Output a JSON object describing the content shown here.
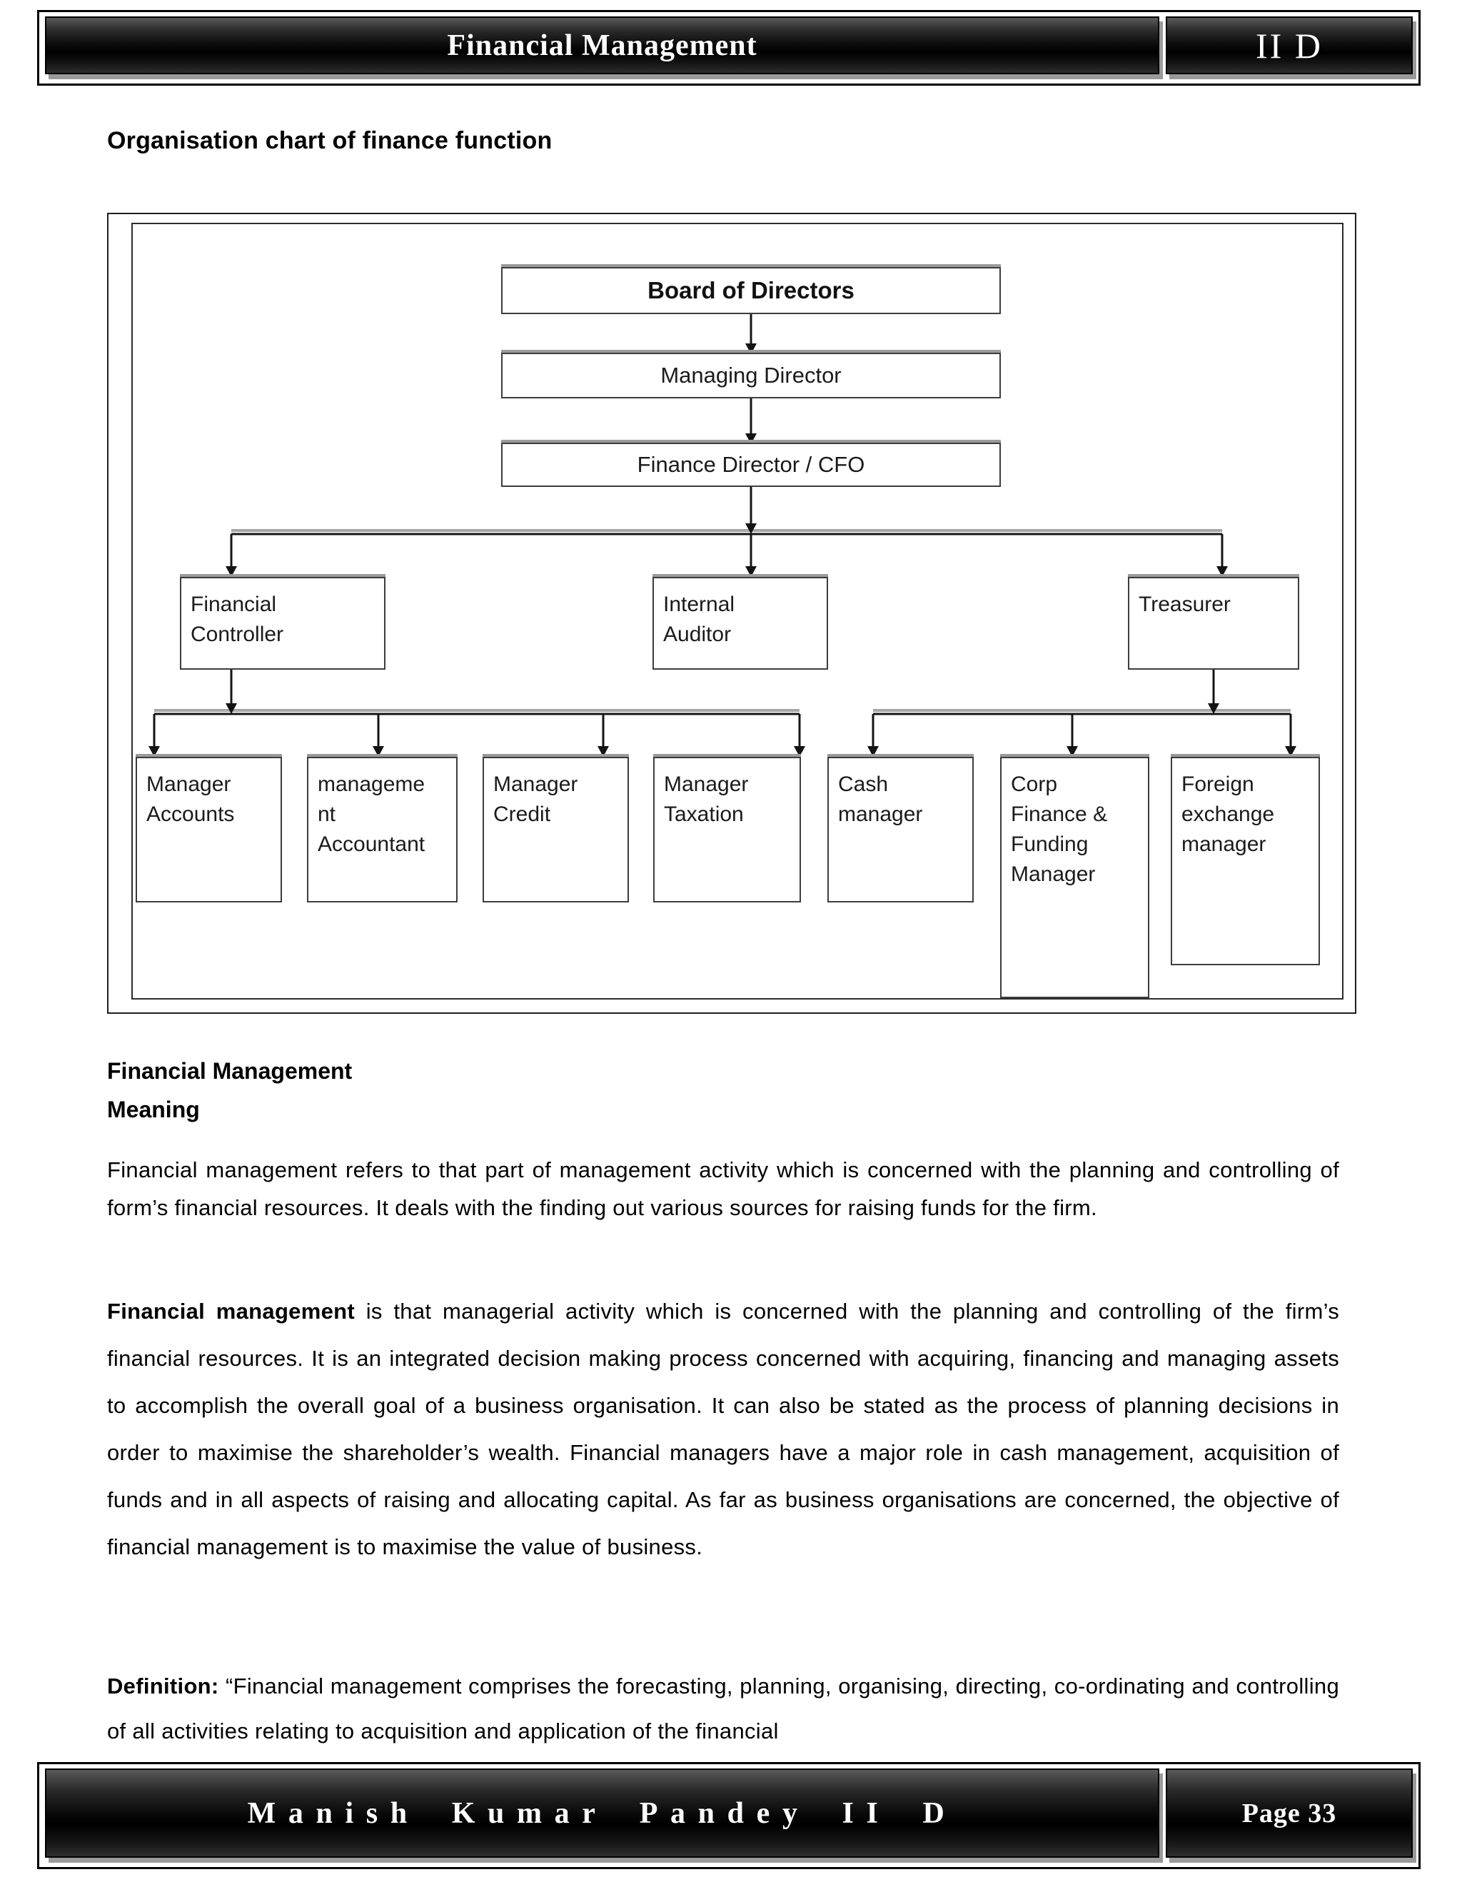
{
  "header": {
    "title": "Financial Management",
    "badge": "II D"
  },
  "section": {
    "heading": "Organisation chart of finance function"
  },
  "chart": {
    "type": "org-chart",
    "nodes": {
      "board": {
        "label": "Board of Directors"
      },
      "managing": {
        "label": "Managing Director"
      },
      "cfo": {
        "label": "Finance Director / CFO"
      },
      "financial_controller": {
        "lines": [
          "Financial",
          "Controller"
        ]
      },
      "internal_auditor": {
        "lines": [
          "Internal",
          "Auditor"
        ]
      },
      "treasurer": {
        "lines": [
          "Treasurer"
        ]
      },
      "manager_accounts": {
        "lines": [
          "Manager",
          "Accounts"
        ]
      },
      "management_accountant": {
        "lines": [
          "manageme",
          "nt",
          "Accountant"
        ]
      },
      "manager_credit": {
        "lines": [
          "Manager",
          "Credit"
        ]
      },
      "manager_taxation": {
        "lines": [
          "Manager",
          "Taxation"
        ]
      },
      "cash_manager": {
        "lines": [
          "Cash",
          "manager"
        ]
      },
      "corp_finance": {
        "lines": [
          "Corp",
          "Finance &",
          "Funding",
          "Manager"
        ]
      },
      "foreign_exchange": {
        "lines": [
          "Foreign",
          "exchange",
          "manager"
        ]
      }
    },
    "edges": [
      [
        "board",
        "managing"
      ],
      [
        "managing",
        "cfo"
      ],
      [
        "cfo",
        "financial_controller"
      ],
      [
        "cfo",
        "internal_auditor"
      ],
      [
        "cfo",
        "treasurer"
      ],
      [
        "financial_controller",
        "manager_accounts"
      ],
      [
        "financial_controller",
        "management_accountant"
      ],
      [
        "financial_controller",
        "manager_credit"
      ],
      [
        "financial_controller",
        "manager_taxation"
      ],
      [
        "treasurer",
        "cash_manager"
      ],
      [
        "treasurer",
        "corp_finance"
      ],
      [
        "treasurer",
        "foreign_exchange"
      ]
    ]
  },
  "main": {
    "heading1": "Financial Management",
    "heading2": "Meaning",
    "paragraphs": [
      {
        "bold": "",
        "text": "Financial management refers to that part of management activity which is concerned with the planning and controlling of form’s financial resources. It deals with the finding out various sources for raising funds for the firm."
      },
      {
        "bold": "Financial management",
        "text": " is that managerial activity which is concerned with the planning and controlling of the firm’s financial resources.  It is an integrated decision making process concerned with acquiring, financing and managing assets to accomplish the overall goal of a business organisation.  It can also be stated as the process of planning decisions in order to maximise the shareholder’s wealth.  Financial managers have a major role in cash management, acquisition of funds and in all aspects of raising and allocating capital. As far as business organisations are concerned, the objective of financial management is to maximise the value of business."
      },
      {
        "bold": "Definition:",
        "text": " “Financial management comprises the forecasting, planning, organising, directing, co-ordinating and controlling of all activities relating to acquisition and application of the financial"
      }
    ]
  },
  "footer": {
    "author": "Manish Kumar Pandey II D",
    "page": "Page 33"
  },
  "colors": {
    "bar_gradient_top": "#5a5a5a",
    "bar_gradient_bottom": "#2e2e2e",
    "bar_shadow_gray": "#9a9a9a",
    "node_border": "#3d3d3d",
    "text": "#000000"
  }
}
